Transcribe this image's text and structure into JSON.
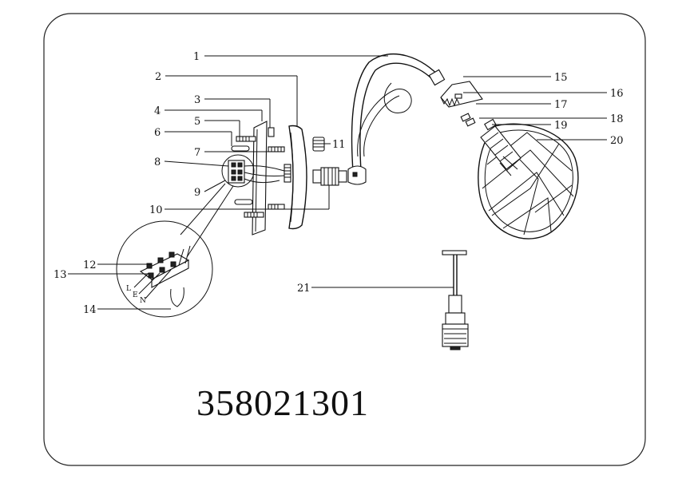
{
  "callouts": [
    {
      "id": "1",
      "text": "1"
    },
    {
      "id": "2",
      "text": "2"
    },
    {
      "id": "3",
      "text": "3"
    },
    {
      "id": "4",
      "text": "4"
    },
    {
      "id": "5",
      "text": "5"
    },
    {
      "id": "6",
      "text": "6"
    },
    {
      "id": "7",
      "text": "7"
    },
    {
      "id": "8",
      "text": "8"
    },
    {
      "id": "9",
      "text": "9"
    },
    {
      "id": "10",
      "text": "10"
    },
    {
      "id": "11",
      "text": "11"
    },
    {
      "id": "12",
      "text": "12"
    },
    {
      "id": "13",
      "text": "13"
    },
    {
      "id": "14",
      "text": "14"
    },
    {
      "id": "15",
      "text": "15"
    },
    {
      "id": "16",
      "text": "16"
    },
    {
      "id": "17",
      "text": "17"
    },
    {
      "id": "18",
      "text": "18"
    },
    {
      "id": "19",
      "text": "19"
    },
    {
      "id": "20",
      "text": "20"
    },
    {
      "id": "21",
      "text": "21"
    }
  ],
  "terminal_letters": {
    "l": "L",
    "e": "E",
    "n": "N"
  },
  "model_number": "358021301"
}
